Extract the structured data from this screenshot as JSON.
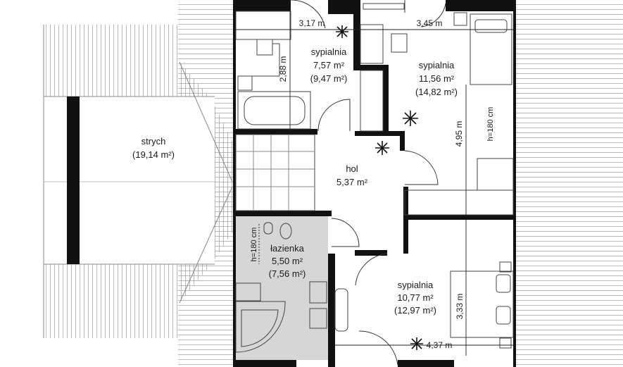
{
  "rooms": [
    {
      "name": "strych",
      "area": "(19,14 m²)"
    },
    {
      "name": "sypialnia",
      "area": "7,57 m²",
      "gross": "(9,47 m²)"
    },
    {
      "name": "sypialnia",
      "area": "11,56 m²",
      "gross": "(14,82 m²)"
    },
    {
      "name": "hol",
      "area": "5,37 m²"
    },
    {
      "name": "łazienka",
      "area": "5,50 m²",
      "gross": "(7,56 m²)"
    },
    {
      "name": "sypialnia",
      "area": "10,77 m²",
      "gross": "(12,97 m²)"
    }
  ],
  "dimensions": [
    "3,17 m",
    "3,45 m",
    "2,88 m",
    "4,95 m",
    "h=180 cm",
    "h=180 cm",
    "3,33 m",
    "4,37 m"
  ],
  "colors": {
    "wall": "#111111",
    "line": "#555555",
    "bathroom_fill": "#d6d6d6",
    "background": "#ffffff"
  }
}
